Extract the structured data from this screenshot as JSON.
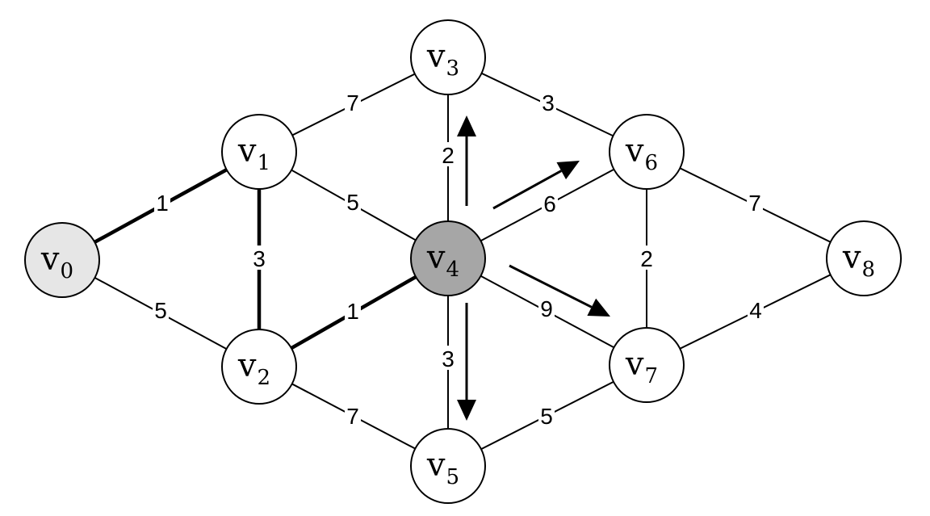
{
  "nodes": [
    {
      "id": "v0",
      "label": "v",
      "sub": "0",
      "fill": "#e6e6e6"
    },
    {
      "id": "v1",
      "label": "v",
      "sub": "1",
      "fill": "#ffffff"
    },
    {
      "id": "v2",
      "label": "v",
      "sub": "2",
      "fill": "#ffffff"
    },
    {
      "id": "v3",
      "label": "v",
      "sub": "3",
      "fill": "#ffffff"
    },
    {
      "id": "v4",
      "label": "v",
      "sub": "4",
      "fill": "#a6a6a6"
    },
    {
      "id": "v5",
      "label": "v",
      "sub": "5",
      "fill": "#ffffff"
    },
    {
      "id": "v6",
      "label": "v",
      "sub": "6",
      "fill": "#ffffff"
    },
    {
      "id": "v7",
      "label": "v",
      "sub": "7",
      "fill": "#ffffff"
    },
    {
      "id": "v8",
      "label": "v",
      "sub": "8",
      "fill": "#ffffff"
    }
  ],
  "edges": [
    {
      "from": "v0",
      "to": "v1",
      "weight": "1",
      "bold": true
    },
    {
      "from": "v0",
      "to": "v2",
      "weight": "5",
      "bold": false
    },
    {
      "from": "v1",
      "to": "v2",
      "weight": "3",
      "bold": true
    },
    {
      "from": "v1",
      "to": "v3",
      "weight": "7",
      "bold": false
    },
    {
      "from": "v1",
      "to": "v4",
      "weight": "5",
      "bold": false
    },
    {
      "from": "v2",
      "to": "v4",
      "weight": "1",
      "bold": true
    },
    {
      "from": "v2",
      "to": "v5",
      "weight": "7",
      "bold": false
    },
    {
      "from": "v3",
      "to": "v4",
      "weight": "2",
      "bold": false
    },
    {
      "from": "v3",
      "to": "v6",
      "weight": "3",
      "bold": false
    },
    {
      "from": "v4",
      "to": "v5",
      "weight": "3",
      "bold": false
    },
    {
      "from": "v4",
      "to": "v6",
      "weight": "6",
      "bold": false
    },
    {
      "from": "v4",
      "to": "v7",
      "weight": "9",
      "bold": false
    },
    {
      "from": "v5",
      "to": "v7",
      "weight": "5",
      "bold": false
    },
    {
      "from": "v6",
      "to": "v7",
      "weight": "2",
      "bold": false
    },
    {
      "from": "v6",
      "to": "v8",
      "weight": "7",
      "bold": false
    },
    {
      "from": "v7",
      "to": "v8",
      "weight": "4",
      "bold": false
    }
  ],
  "arrows": [
    {
      "from": "v4",
      "to": "v3"
    },
    {
      "from": "v4",
      "to": "v6"
    },
    {
      "from": "v4",
      "to": "v7"
    },
    {
      "from": "v4",
      "to": "v5"
    }
  ]
}
